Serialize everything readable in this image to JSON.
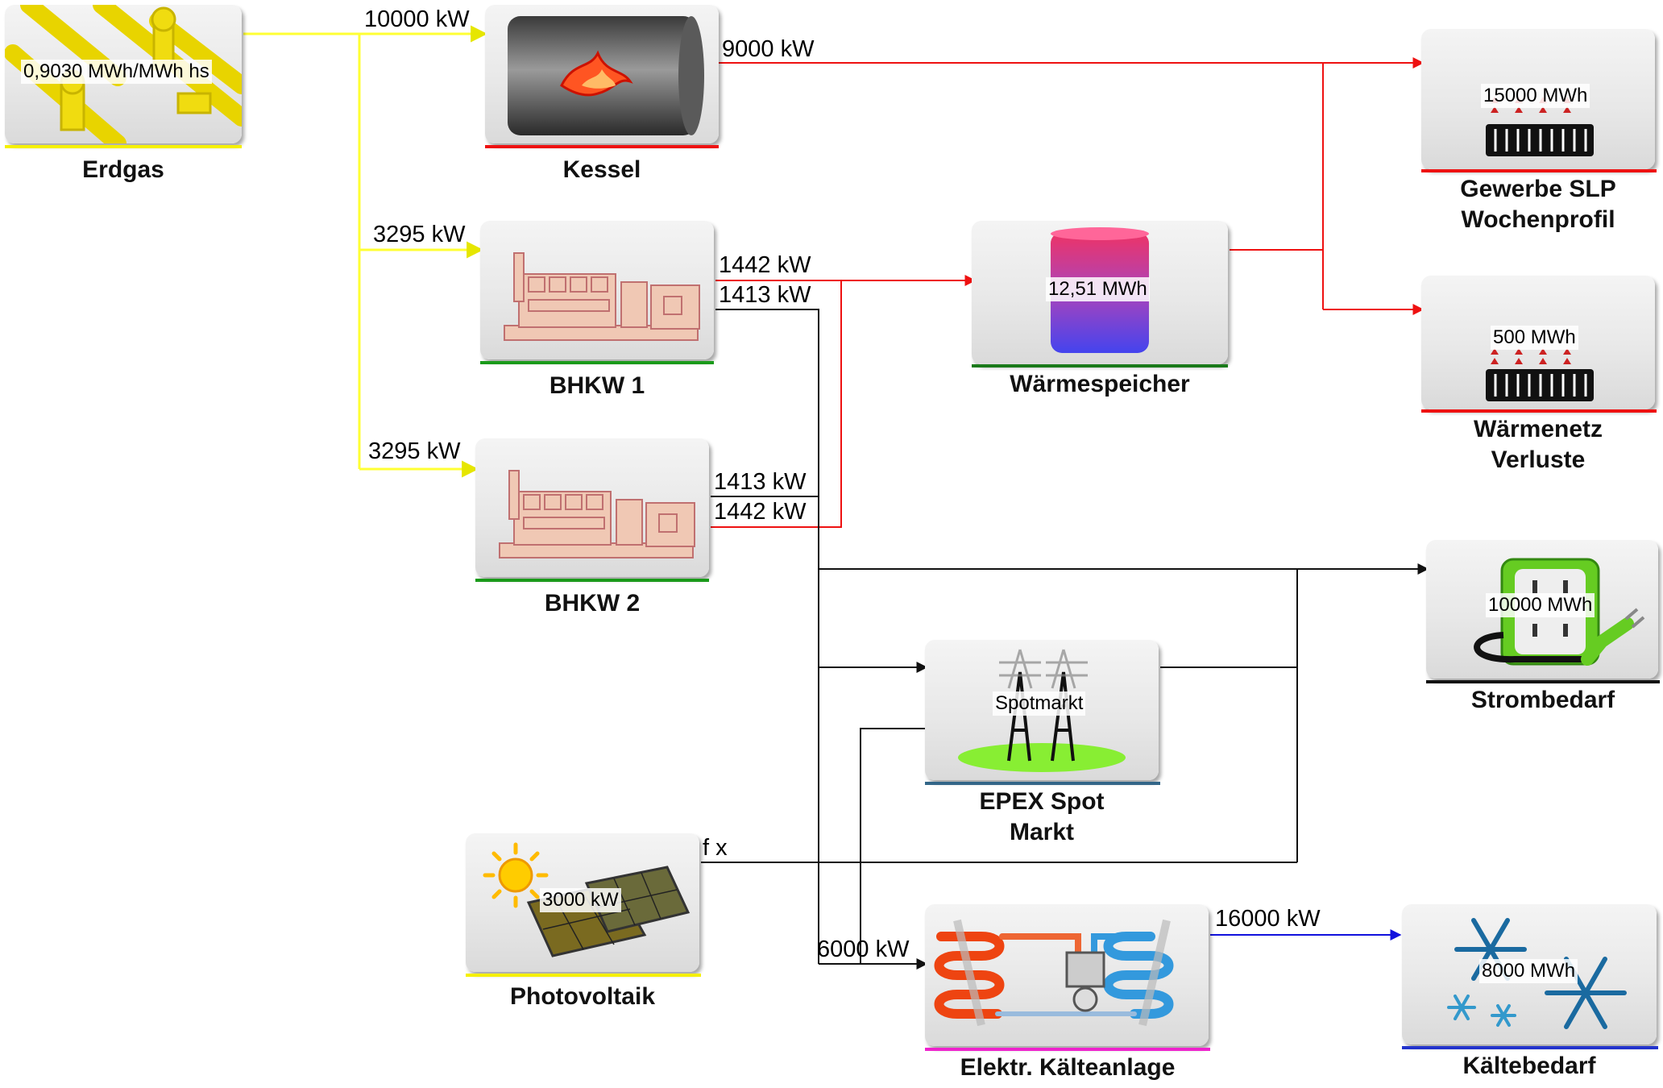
{
  "nodes": {
    "erdgas": {
      "label": "Erdgas",
      "value": "0,9030 MWh/MWh hs"
    },
    "kessel": {
      "label": "Kessel"
    },
    "bhkw1": {
      "label": "BHKW 1"
    },
    "bhkw2": {
      "label": "BHKW 2"
    },
    "waermespeicher": {
      "label": "Wärmespeicher",
      "value": "12,51 MWh"
    },
    "gewerbe": {
      "label_line1": "Gewerbe SLP",
      "label_line2": "Wochenprofil",
      "value": "15000 MWh"
    },
    "waermenetz": {
      "label_line1": "Wärmenetz",
      "label_line2": "Verluste",
      "value": "500 MWh"
    },
    "strombedarf": {
      "label": "Strombedarf",
      "value": "10000 MWh"
    },
    "epex": {
      "label_line1": "EPEX Spot",
      "label_line2": "Markt",
      "value": "Spotmarkt"
    },
    "photovoltaik": {
      "label": "Photovoltaik",
      "value": "3000 kW"
    },
    "kaelteanlage": {
      "label": "Elektr. Kälteanlage"
    },
    "kaeltebedarf": {
      "label": "Kältebedarf",
      "value": "8000 MWh"
    }
  },
  "edges": {
    "gas_kessel": "10000 kW",
    "gas_bhkw1": "3295 kW",
    "gas_bhkw2": "3295 kW",
    "kessel_heat": "9000 kW",
    "bhkw1_heat": "1442 kW",
    "bhkw1_power": "1413 kW",
    "bhkw2_power": "1413 kW",
    "bhkw2_heat": "1442 kW",
    "pv_out": "f x",
    "chiller_in": "6000 kW",
    "chiller_out": "16000 kW"
  },
  "colors": {
    "gas": "#ffff33",
    "heat": "#ee1111",
    "power": "#111111",
    "cold": "#1111dd",
    "gas_underline": "#f5f000",
    "heat_underline": "#ee1111",
    "chp_underline": "#1a9a1a",
    "power_underline": "#111111",
    "epex_underline": "#336688",
    "chiller_underline": "#ee22cc",
    "cold_underline": "#2233cc"
  }
}
